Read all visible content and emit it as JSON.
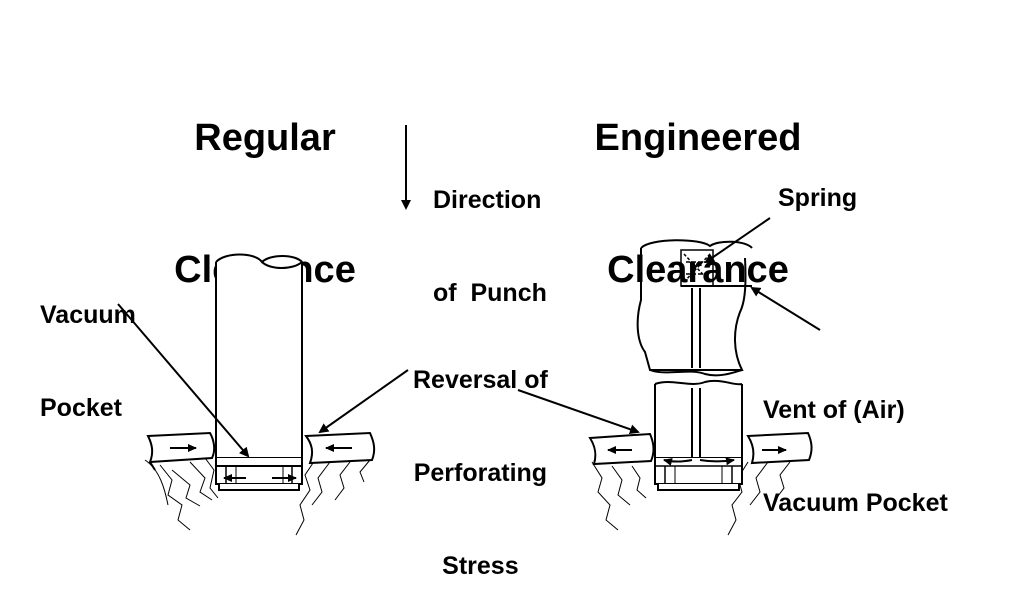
{
  "titles": {
    "regular": [
      "Regular",
      "Clearance"
    ],
    "engineered": [
      "Engineered",
      "Clearance"
    ]
  },
  "labels": {
    "direction": [
      "Direction",
      "of  Punch"
    ],
    "vacuum_pocket": [
      "Vacuum",
      "Pocket"
    ],
    "reversal": [
      "Reversal of",
      "Perforating",
      "Stress"
    ],
    "spring": "Spring",
    "vent": [
      "Vent of (Air)",
      "Vacuum Pocket"
    ]
  },
  "colors": {
    "ink": "#000000",
    "background": "#ffffff"
  }
}
